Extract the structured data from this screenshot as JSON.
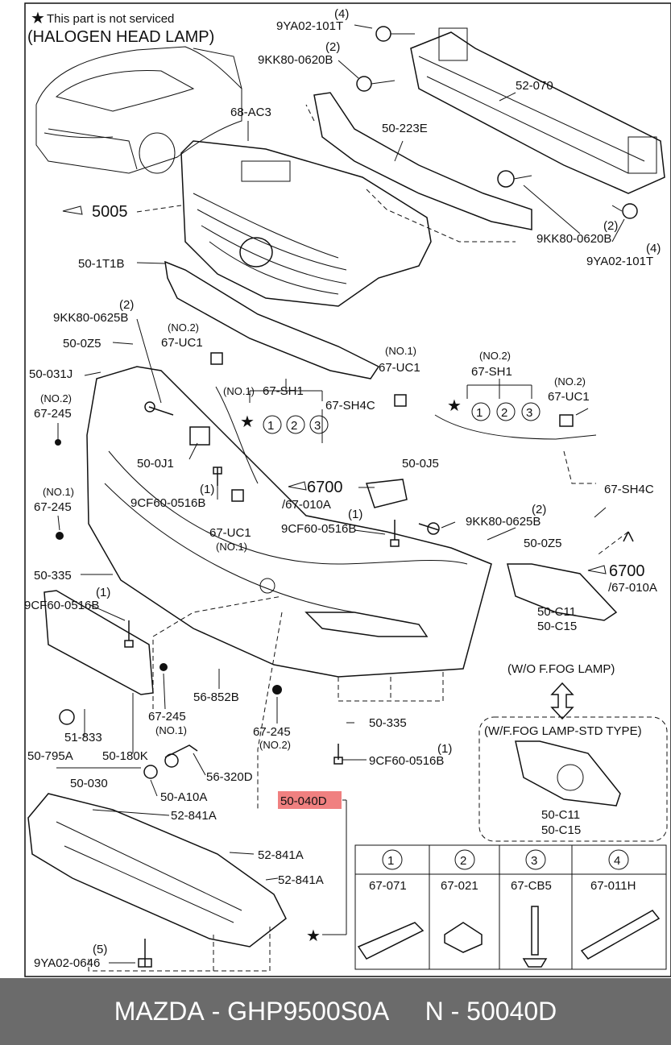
{
  "header": {
    "note": "This part is not serviced",
    "variant": "(HALOGEN HEAD LAMP)"
  },
  "labels": {
    "l9ya02_101t_top": "9YA02-101T",
    "q4_top": "(4)",
    "l9kk80_0620b_top": "9KK80-0620B",
    "q2_top": "(2)",
    "l52_070": "52-070",
    "l68_ac3": "68-AC3",
    "l50_223e": "50-223E",
    "l5005": "5005",
    "l9kk80_0620b_right": "9KK80-0620B",
    "q2_right": "(2)",
    "q4_right": "(4)",
    "l9ya02_101t_right": "9YA02-101T",
    "l50_1t1b": "50-1T1B",
    "q2_0625": "(2)",
    "l9kk80_0625b": "9KK80-0625B",
    "no2_ucl": "(NO.2)",
    "l67_uc1_a": "67-UC1",
    "l50_0z5_a": "50-0Z5",
    "no1_ucl_b": "(NO.1)",
    "l67_uc1_b": "67-UC1",
    "no2_sh1": "(NO.2)",
    "l67_sh1_b": "67-SH1",
    "l50_031j": "50-031J",
    "no1_sh1": "(NO.1)",
    "l67_sh1_a": "67-SH1",
    "l67_sh4c_a": "67-SH4C",
    "no2_ucl_c": "(NO.2)",
    "l67_uc1_c": "67-UC1",
    "no2_245": "(NO.2)",
    "l67_245_a": "67-245",
    "l50_0j1": "50-0J1",
    "l50_0j5": "50-0J5",
    "q1_0516_a": "(1)",
    "l9cf60_0516b_a": "9CF60-0516B",
    "l6700_a": "6700",
    "l67_010a_a": "/67-010A",
    "l67_sh4c_b": "67-SH4C",
    "no1_245": "(NO.1)",
    "l67_245_b": "67-245",
    "q1_0516_b": "(1)",
    "l9cf60_0516b_b": "9CF60-0516B",
    "q2_0625_b": "(2)",
    "l9kk80_0625b_b": "9KK80-0625B",
    "l67_uc1_d": "67-UC1",
    "no1_ucl_d": "(NO.1)",
    "l50_0z5_b": "50-0Z5",
    "l6700_b": "6700",
    "l67_010a_b": "/67-010A",
    "l50_335_a": "50-335",
    "q1_0516_c": "(1)",
    "l9cf60_0516b_c": "9CF60-0516B",
    "l50_c11_a": "50-C11",
    "l50_c15_a": "50-C15",
    "wo_fog": "(W/O F.FOG LAMP)",
    "l67_245_c": "67-245",
    "no1_245_c": "(NO.1)",
    "l56_852b": "56-852B",
    "l67_245_d": "67-245",
    "no2_245_d": "(NO.2)",
    "l50_335_b": "50-335",
    "q1_0516_d": "(1)",
    "l9cf60_0516b_d": "9CF60-0516B",
    "w_fog": "(W/F.FOG LAMP-STD TYPE)",
    "l50_c11_b": "50-C11",
    "l50_c15_b": "50-C15",
    "l51_833": "51-833",
    "l50_795a": "50-795A",
    "l50_180k": "50-180K",
    "l50_030": "50-030",
    "l56_320d": "56-320D",
    "l50_a10a": "50-A10A",
    "l50_040d": "50-040D",
    "l52_841a_a": "52-841A",
    "l52_841a_b": "52-841A",
    "l52_841a_c": "52-841A",
    "q5": "(5)",
    "l9ya02_0646": "9YA02-0646",
    "n1": "1",
    "n2": "2",
    "n3": "3"
  },
  "table": {
    "numbers": [
      "1",
      "2",
      "3",
      "4"
    ],
    "parts": [
      "67-071",
      "67-021",
      "67-CB5",
      "67-011H"
    ]
  },
  "footer": {
    "brand": "MAZDA",
    "part_number": "GHP9500S0A",
    "ref": "N - 50040D"
  },
  "colors": {
    "highlight": "#f08080",
    "footer_bg": "#6b6b6b"
  }
}
